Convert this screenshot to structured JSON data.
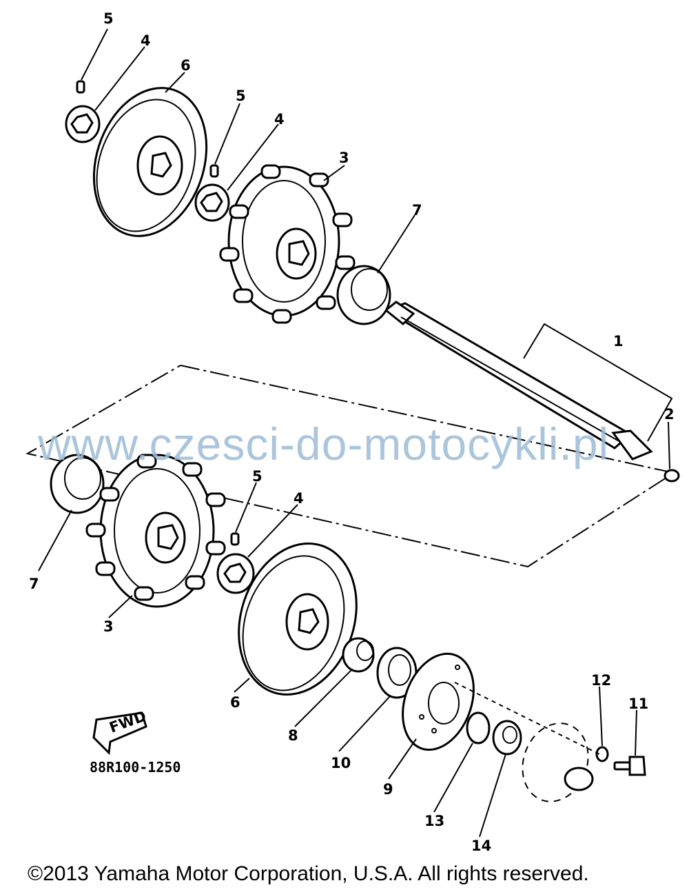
{
  "callouts": {
    "c1": "1",
    "c2": "2",
    "c3a": "3",
    "c3b": "3",
    "c4a": "4",
    "c4b": "4",
    "c4c": "4",
    "c5a": "5",
    "c5b": "5",
    "c5c": "5",
    "c6a": "6",
    "c6b": "6",
    "c7a": "7",
    "c7b": "7",
    "c8": "8",
    "c9": "9",
    "c10": "10",
    "c11": "11",
    "c12": "12",
    "c13": "13",
    "c14": "14"
  },
  "fwd_label": "FWD",
  "diagram_code": "88R100-1250",
  "watermark": "www.czesci-do-motocykli.pl",
  "copyright": "©2013 Yamaha Motor Corporation, U.S.A. All rights reserved."
}
